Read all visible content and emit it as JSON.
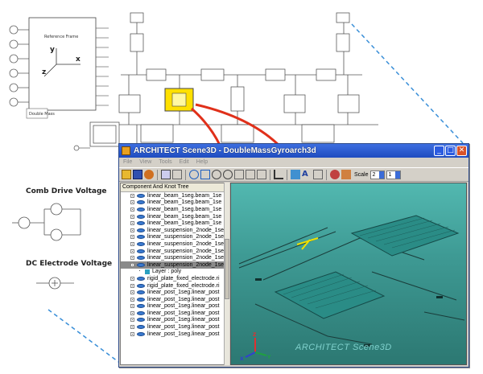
{
  "schematic": {
    "reference_frame_title": "Reference Frame",
    "axes": {
      "y": "y",
      "x": "x",
      "z": "z"
    },
    "small_box_label": "Double Mass",
    "comb_drive_label": "Comb Drive Voltage",
    "dc_electrode_label": "DC Electrode Voltage"
  },
  "window": {
    "title": "ARCHITECT Scene3D - DoubleMassGyroarch3d",
    "menu": [
      "File",
      "View",
      "Tools",
      "Edit",
      "Help"
    ],
    "toolbar": {
      "scale_label": "Scale",
      "scale_value_1": "2",
      "scale_value_2": "1"
    },
    "tree": {
      "header": "Component And Knot Tree",
      "items": [
        {
          "label": "linear_beam_1seg.beam_1se",
          "selected": false,
          "child": false
        },
        {
          "label": "linear_beam_1seg.beam_1se",
          "selected": false,
          "child": false
        },
        {
          "label": "linear_beam_1seg.beam_1se",
          "selected": false,
          "child": false
        },
        {
          "label": "linear_beam_1seg.beam_1se",
          "selected": false,
          "child": false
        },
        {
          "label": "linear_beam_1seg.beam_1se",
          "selected": false,
          "child": false
        },
        {
          "label": "linear_suspension_2node_1se",
          "selected": false,
          "child": false
        },
        {
          "label": "linear_suspension_2node_1se",
          "selected": false,
          "child": false
        },
        {
          "label": "linear_suspension_2node_1se",
          "selected": false,
          "child": false
        },
        {
          "label": "linear_suspension_2node_1se",
          "selected": false,
          "child": false
        },
        {
          "label": "linear_suspension_2node_1se",
          "selected": false,
          "child": false
        },
        {
          "label": "linear_suspension_2node_1se",
          "selected": true,
          "child": false
        },
        {
          "label": "Layer : poly",
          "selected": false,
          "child": true
        },
        {
          "label": "rigid_plate_fixed_electrode.ri",
          "selected": false,
          "child": false
        },
        {
          "label": "rigid_plate_fixed_electrode.ri",
          "selected": false,
          "child": false
        },
        {
          "label": "linear_post_1seg.linear_post",
          "selected": false,
          "child": false
        },
        {
          "label": "linear_post_1seg.linear_post",
          "selected": false,
          "child": false
        },
        {
          "label": "linear_post_1seg.linear_post",
          "selected": false,
          "child": false
        },
        {
          "label": "linear_post_1seg.linear_post",
          "selected": false,
          "child": false
        },
        {
          "label": "linear_post_1seg.linear_post",
          "selected": false,
          "child": false
        },
        {
          "label": "linear_post_1seg.linear_post",
          "selected": false,
          "child": false
        },
        {
          "label": "linear_post_1seg.linear_post",
          "selected": false,
          "child": false
        }
      ]
    },
    "viewport": {
      "watermark": "ARCHITECT Scene3D",
      "axis_x": "X",
      "axis_y": "Y",
      "axis_z": "Z"
    }
  },
  "colors": {
    "highlight": "#ffe000",
    "arrow": "#e0301a",
    "dashed": "#3a8fd8",
    "viewport": "#3e9a94",
    "titlebar": "#2855d0"
  }
}
